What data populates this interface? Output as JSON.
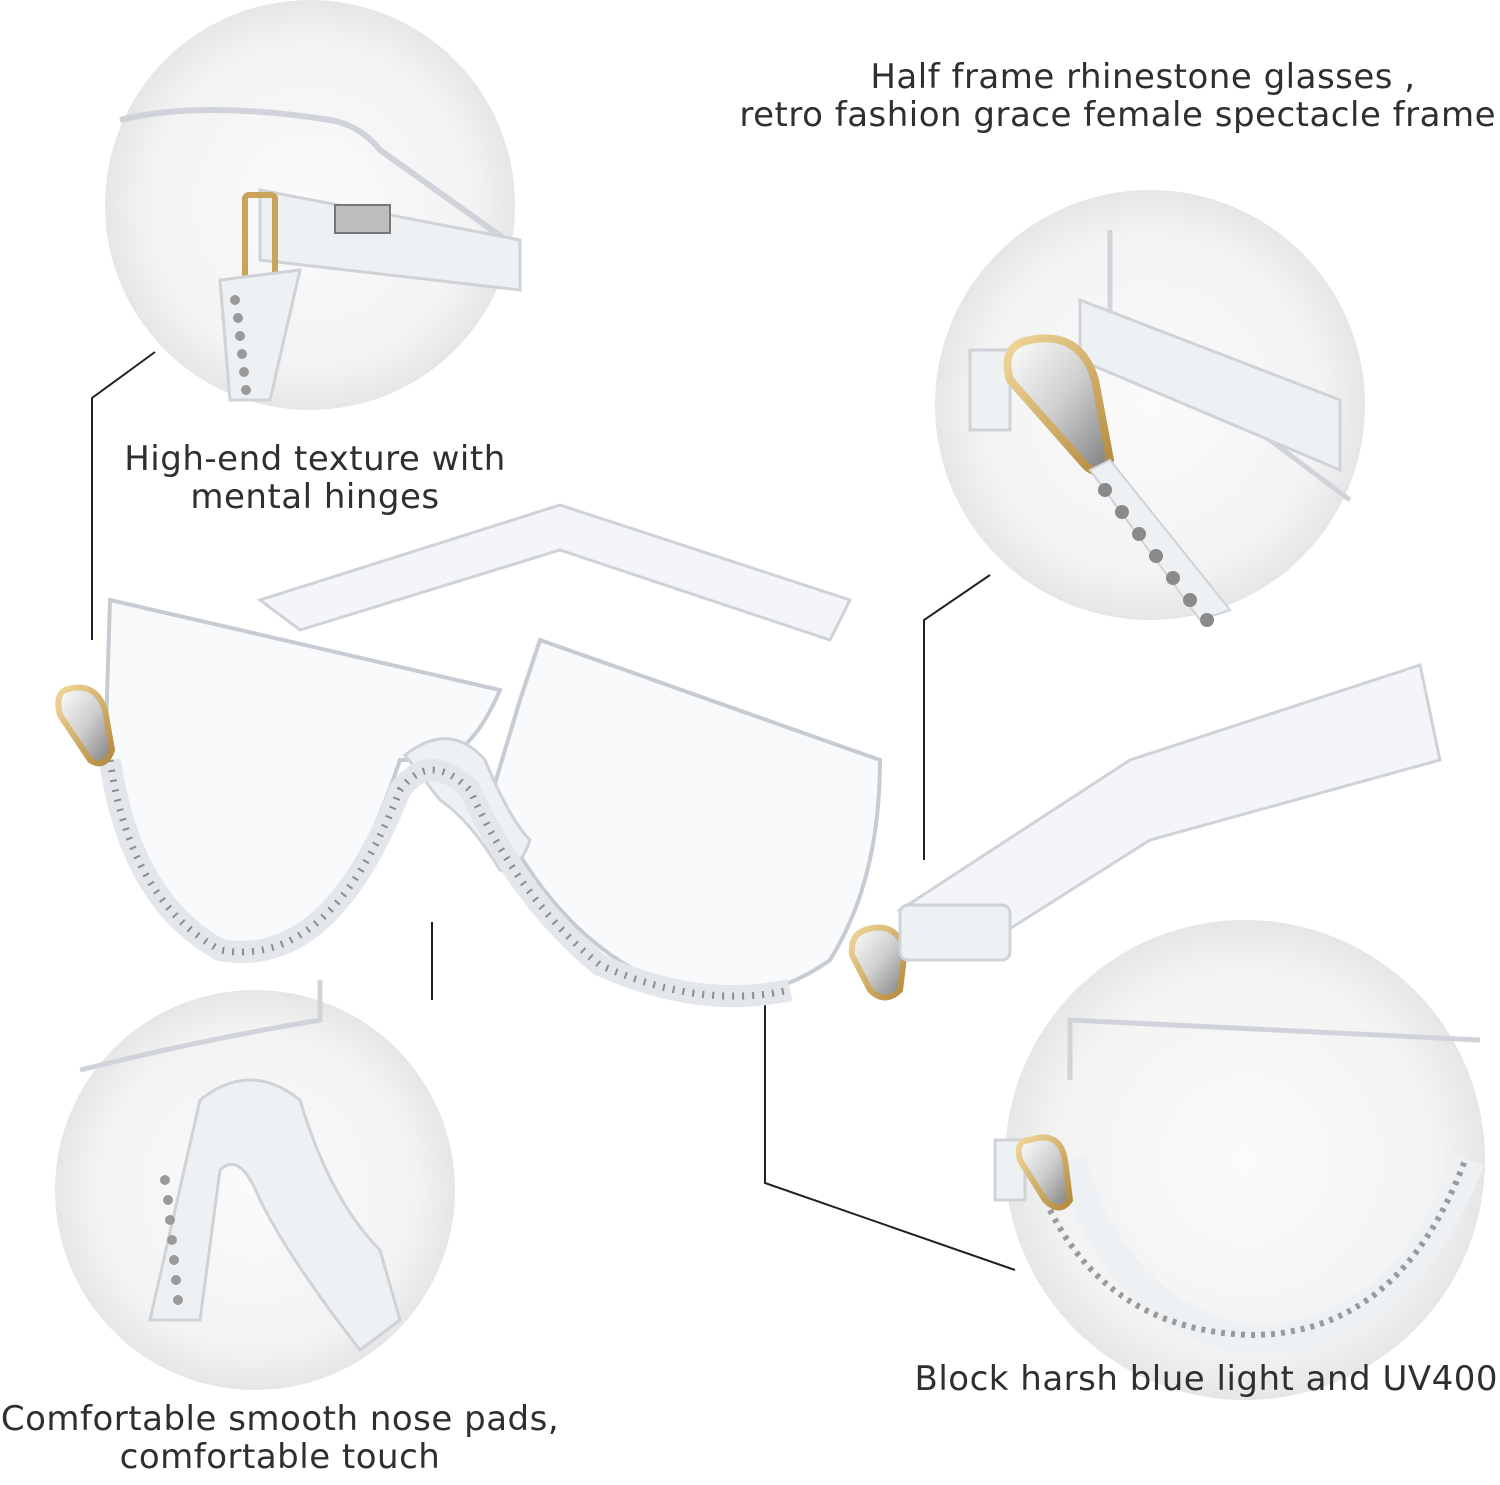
{
  "captions": {
    "title_line1": "Half frame rhinestone glasses ,",
    "title_line2": "retro fashion grace female spectacle frame",
    "hinge_line1": "High-end texture with",
    "hinge_line2": "mental hinges",
    "nose_line1": "Comfortable smooth nose pads,",
    "nose_line2": "comfortable touch",
    "blue_line1": "Block harsh blue light and UV400"
  },
  "colors": {
    "background": "#ffffff",
    "circle_fill": "#f2f2f2",
    "frame_clear": "#d9dde3",
    "rhinestone": "#9a9a9a",
    "gold": "#c9a35a",
    "leader_line": "#222222",
    "text": "#2f2f2f"
  },
  "icons": [
    "glasses-illustration",
    "hinge-detail",
    "crystal-detail",
    "nose-pad-detail",
    "lens-detail"
  ]
}
